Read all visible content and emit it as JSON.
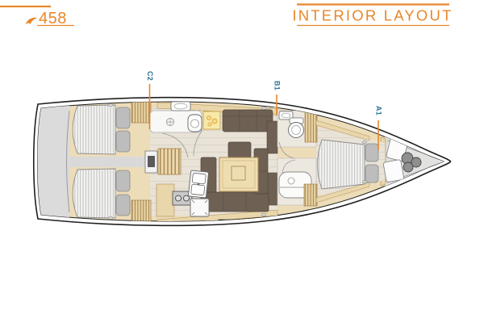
{
  "header": {
    "model": "458",
    "title": "INTERIOR LAYOUT",
    "brand_icon": "hanse-swoosh-icon"
  },
  "sections": {
    "c2": {
      "label": "C2"
    },
    "b1": {
      "label": "B1"
    },
    "a1": {
      "label": "A1"
    }
  },
  "colors": {
    "accent_orange": "#E8872A",
    "section_label_blue": "#2E7396",
    "hull_outline": "#1F1F1F",
    "wood_light": "#ECDCB8",
    "wood_trim": "#B08E55",
    "upholstery_brown": "#6E6154",
    "mattress_stripe_gray": "#C4C4C4",
    "floor_gray": "#E8E2D7",
    "platform_gray": "#DBDBDB"
  },
  "diagram_type": "yacht interior floor plan"
}
